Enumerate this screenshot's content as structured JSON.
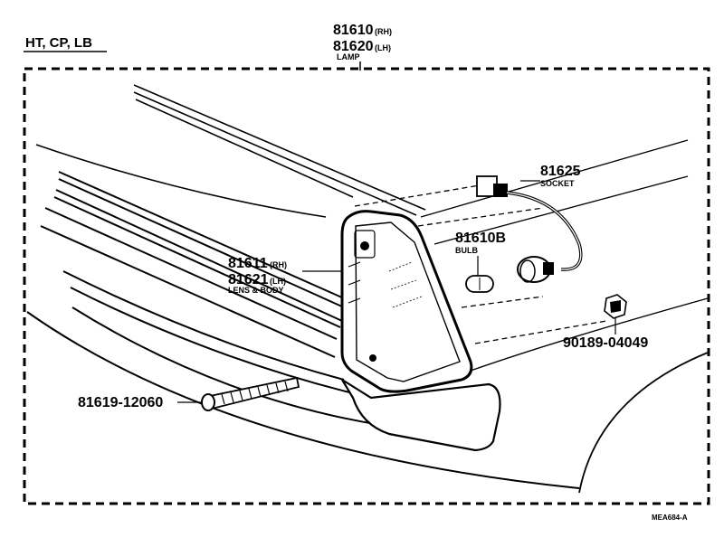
{
  "header": {
    "models": "HT, CP, LB"
  },
  "callouts": {
    "lamp": {
      "rh": "81610",
      "rh_side": "(RH)",
      "lh": "81620",
      "lh_side": "(LH)",
      "name": "LAMP"
    },
    "socket": {
      "number": "81625",
      "name": "SOCKET"
    },
    "bulb": {
      "number": "81610B",
      "name": "BULB"
    },
    "lens": {
      "rh": "81611",
      "rh_side": "(RH)",
      "lh": "81621",
      "lh_side": "(LH)",
      "name": "LENS & BODY"
    },
    "screw": {
      "number": "90189-04049"
    },
    "bolt": {
      "number": "81619-12060"
    }
  },
  "footer": {
    "code": "MEA684-A"
  }
}
